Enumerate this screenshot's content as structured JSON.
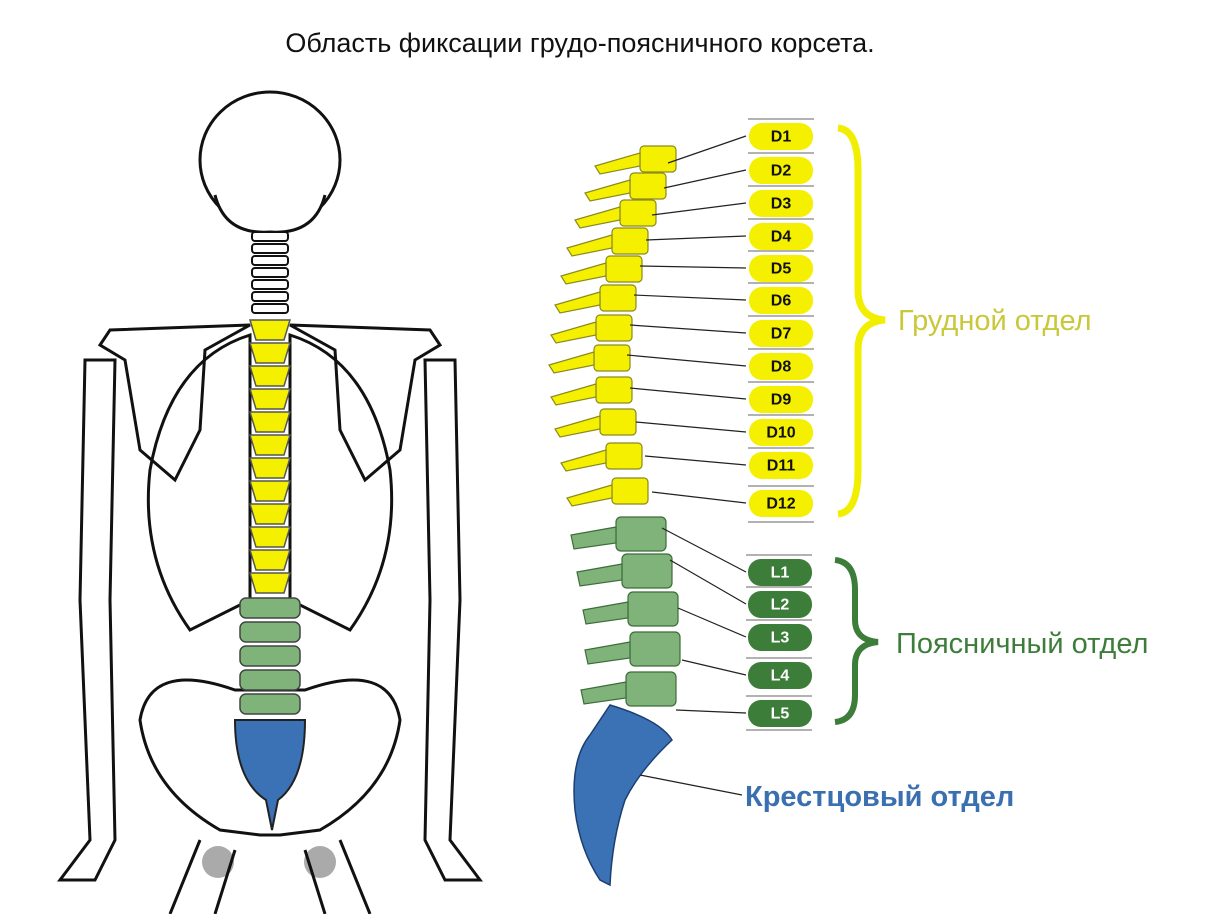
{
  "title": "Область фиксации грудо-поясничного корсета.",
  "colors": {
    "thoracic": "#f5f000",
    "thoracic_text": "#c9c83a",
    "lumbar": "#3d7d3a",
    "lumbar_bone": "#7fb37a",
    "sacral": "#3a72b5",
    "sacral_text": "#3a6fb0"
  },
  "thoracic": {
    "label": "Грудной отдел",
    "vertebrae": [
      "D1",
      "D2",
      "D3",
      "D4",
      "D5",
      "D6",
      "D7",
      "D8",
      "D9",
      "D10",
      "D11",
      "D12"
    ]
  },
  "lumbar": {
    "label": "Поясничный отдел",
    "vertebrae": [
      "L1",
      "L2",
      "L3",
      "L4",
      "L5"
    ]
  },
  "sacral": {
    "label": "Крестцовый отдел"
  }
}
